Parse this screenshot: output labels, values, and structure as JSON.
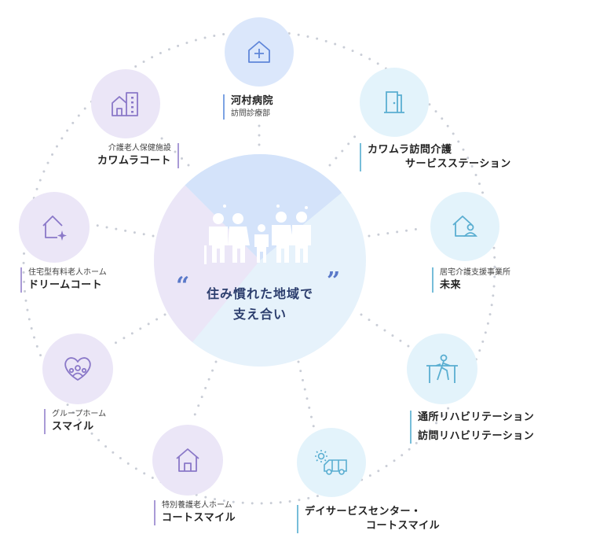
{
  "center": {
    "line1": "住み慣れた地域で",
    "line2": "支え合い",
    "open_quote": "“",
    "close_quote": "”",
    "icon": "family-icon"
  },
  "nodes": [
    {
      "id": "kawamura-hospital",
      "icon": "medical-plus-icon",
      "title": "河村病院",
      "subtitle": "訪問診療部"
    },
    {
      "id": "home-care-station",
      "icon": "door-icon",
      "title": "カワムラ訪問介護",
      "title2": "サービスステーション"
    },
    {
      "id": "care-support-office",
      "icon": "house-person-icon",
      "subtitle": "居宅介護支援事業所",
      "title": "未来"
    },
    {
      "id": "rehabilitation",
      "icon": "rehab-bars-icon",
      "title": "通所リハビリテーション",
      "title2": "訪問リハビリテーション"
    },
    {
      "id": "day-service",
      "icon": "van-sun-icon",
      "title": "デイサービスセンター・",
      "title2": "コートスマイル"
    },
    {
      "id": "special-nursing-home",
      "icon": "home-icon",
      "subtitle": "特別養護老人ホーム",
      "title": "コートスマイル"
    },
    {
      "id": "group-home",
      "icon": "heart-people-icon",
      "subtitle": "グループホーム",
      "title": "スマイル"
    },
    {
      "id": "paid-nursing-home",
      "icon": "house-sparkle-icon",
      "subtitle": "住宅型有料老人ホーム",
      "title": "ドリームコート"
    },
    {
      "id": "health-facility",
      "icon": "buildings-icon",
      "subtitle": "介護老人保健施設",
      "title": "カワムラコート"
    }
  ],
  "colors": {
    "purple": "#ebe6f7",
    "blue": "#dbe7fb",
    "cyan": "#e3f3fb",
    "icon_purple": "#8a78c8",
    "icon_blue": "#5f86d9",
    "icon_cyan": "#5aaed1",
    "dots": "#c9cdd6"
  }
}
